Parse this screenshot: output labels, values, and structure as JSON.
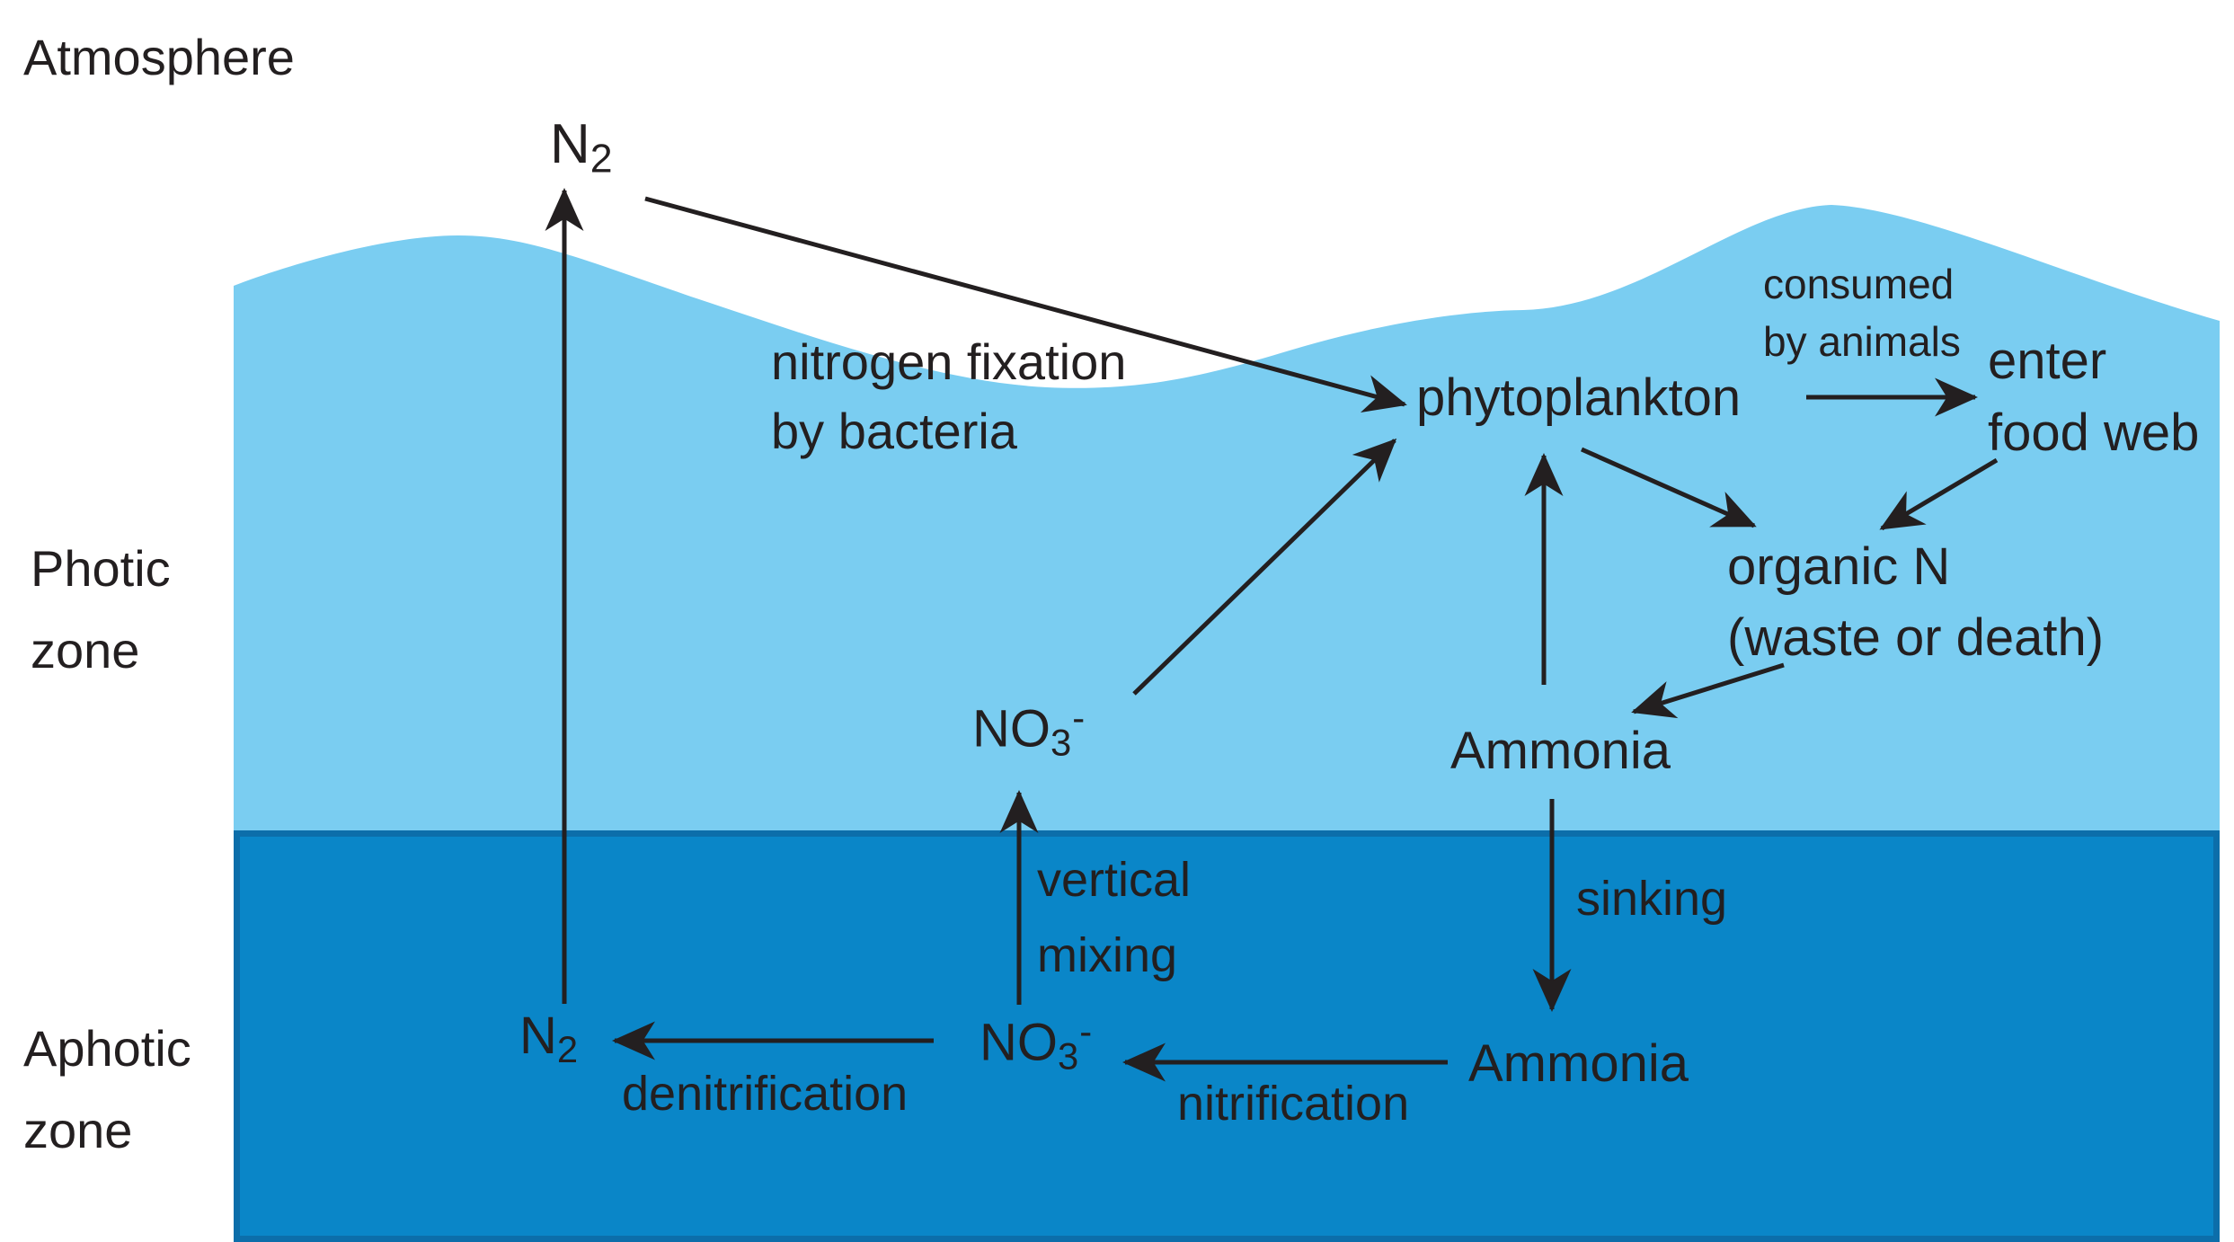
{
  "colors": {
    "photic_water": "#7acdf1",
    "aphotic_water": "#0a86c8",
    "aphotic_edge": "#0c6eaa",
    "ink": "#231f20"
  },
  "regions": {
    "atmosphere": "Atmosphere",
    "photic_zone": "Photic\nzone",
    "aphotic_zone": "Aphotic\nzone"
  },
  "nodes": {
    "n2_atmosphere": {
      "base": "N",
      "sub": "2"
    },
    "phytoplankton": "phytoplankton",
    "enter_food_web": "enter\nfood web",
    "organic_n": "organic N\n(waste or death)",
    "ammonia_photic": "Ammonia",
    "no3_photic": {
      "base": "NO",
      "sub": "3",
      "sup": "-"
    },
    "no3_deep": {
      "base": "NO",
      "sub": "3",
      "sup": "-"
    },
    "n2_deep": {
      "base": "N",
      "sub": "2"
    },
    "ammonia_deep": "Ammonia"
  },
  "processes": {
    "nitrogen_fixation": "nitrogen fixation\nby bacteria",
    "consumed_by_animals": "consumed\nby animals",
    "vertical_mixing": "vertical\nmixing",
    "sinking": "sinking",
    "denitrification": "denitrification",
    "nitrification": "nitrification"
  }
}
